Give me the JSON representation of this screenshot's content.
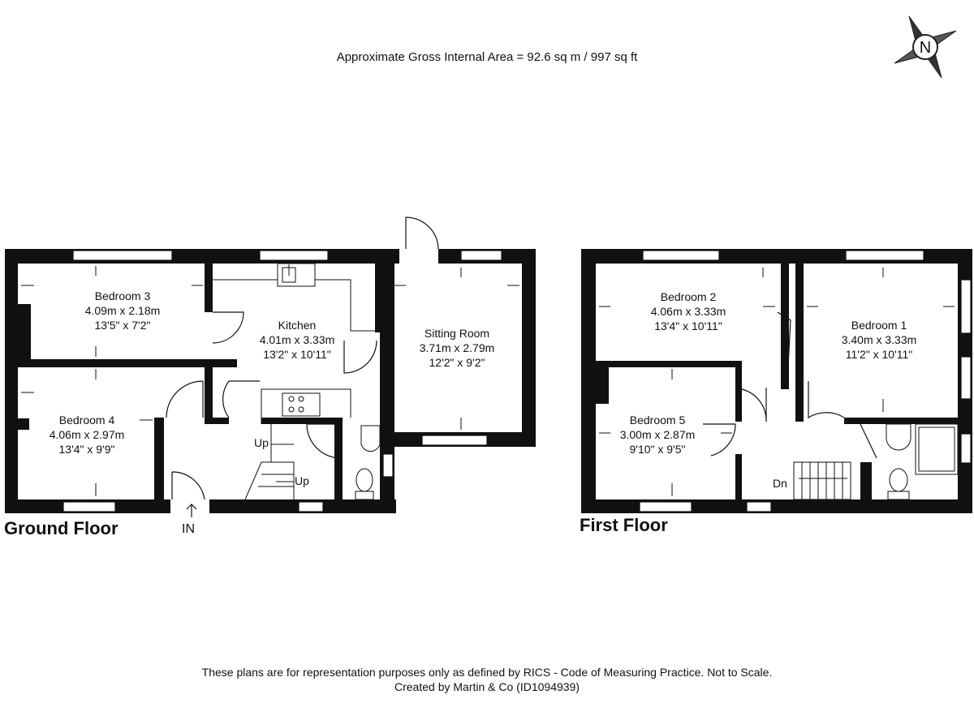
{
  "header": {
    "gross_area": "Approximate Gross Internal Area = 92.6 sq m / 997 sq ft"
  },
  "compass": {
    "letter": "N"
  },
  "ground_floor": {
    "label": "Ground Floor",
    "entrance": "IN",
    "stairs": [
      "Up",
      "Up"
    ],
    "rooms": [
      {
        "name": "Bedroom 3",
        "metric": "4.09m x 2.18m",
        "imperial": "13'5\" x 7'2\""
      },
      {
        "name": "Kitchen",
        "metric": "4.01m x 3.33m",
        "imperial": "13'2\" x 10'11\""
      },
      {
        "name": "Sitting Room",
        "metric": "3.71m x 2.79m",
        "imperial": "12'2\" x 9'2\""
      },
      {
        "name": "Bedroom 4",
        "metric": "4.06m x 2.97m",
        "imperial": "13'4\" x 9'9\""
      }
    ]
  },
  "first_floor": {
    "label": "First Floor",
    "stairs": "Dn",
    "rooms": [
      {
        "name": "Bedroom 2",
        "metric": "4.06m x 3.33m",
        "imperial": "13'4\" x 10'11\""
      },
      {
        "name": "Bedroom 1",
        "metric": "3.40m x 3.33m",
        "imperial": "11'2\" x 10'11\""
      },
      {
        "name": "Bedroom 5",
        "metric": "3.00m x 2.87m",
        "imperial": "9'10\" x 9'5\""
      }
    ]
  },
  "footer": {
    "disclaimer": "These plans are for representation purposes only as defined by RICS - Code of Measuring Practice. Not to Scale.",
    "credit": "Created by Martin & Co (ID1094939)"
  }
}
